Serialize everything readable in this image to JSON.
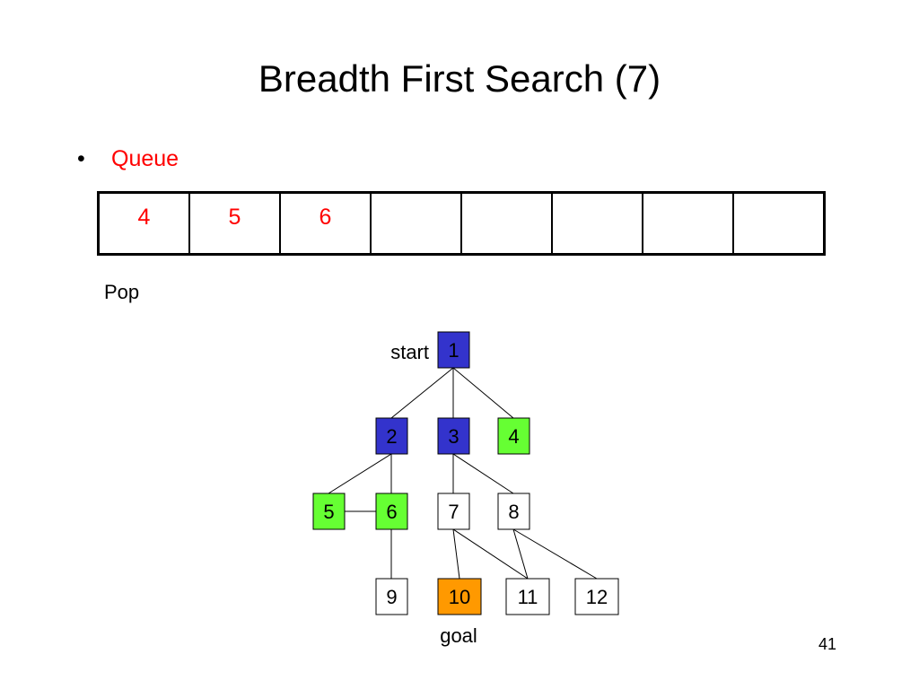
{
  "title": "Breadth First Search (7)",
  "bullet": {
    "marker": "•",
    "text": "Queue"
  },
  "queue": [
    "4",
    "5",
    "6",
    "",
    "",
    "",
    "",
    ""
  ],
  "pop_label": "Pop",
  "colors": {
    "visited": "#3333cc",
    "queued": "#66ff33",
    "goal": "#ff9900",
    "unvisited": "#ffffff",
    "queue_text": "#ff0000"
  },
  "tree": {
    "nodes": [
      {
        "id": "1",
        "label": "1",
        "state": "visited"
      },
      {
        "id": "2",
        "label": "2",
        "state": "visited"
      },
      {
        "id": "3",
        "label": "3",
        "state": "visited"
      },
      {
        "id": "4",
        "label": "4",
        "state": "queued"
      },
      {
        "id": "5",
        "label": "5",
        "state": "queued"
      },
      {
        "id": "6",
        "label": "6",
        "state": "queued"
      },
      {
        "id": "7",
        "label": "7",
        "state": "unvisited"
      },
      {
        "id": "8",
        "label": "8",
        "state": "unvisited"
      },
      {
        "id": "9",
        "label": "9",
        "state": "unvisited"
      },
      {
        "id": "10",
        "label": "10",
        "state": "goal"
      },
      {
        "id": "11",
        "label": "11",
        "state": "unvisited"
      },
      {
        "id": "12",
        "label": "12",
        "state": "unvisited"
      }
    ],
    "edges": [
      [
        "1",
        "2"
      ],
      [
        "1",
        "3"
      ],
      [
        "1",
        "4"
      ],
      [
        "2",
        "5"
      ],
      [
        "2",
        "6"
      ],
      [
        "5",
        "6"
      ],
      [
        "3",
        "7"
      ],
      [
        "3",
        "8"
      ],
      [
        "6",
        "9"
      ],
      [
        "7",
        "10"
      ],
      [
        "7",
        "11"
      ],
      [
        "8",
        "11"
      ],
      [
        "8",
        "12"
      ]
    ],
    "start_label": "start",
    "goal_label": "goal"
  },
  "page_number": "41"
}
